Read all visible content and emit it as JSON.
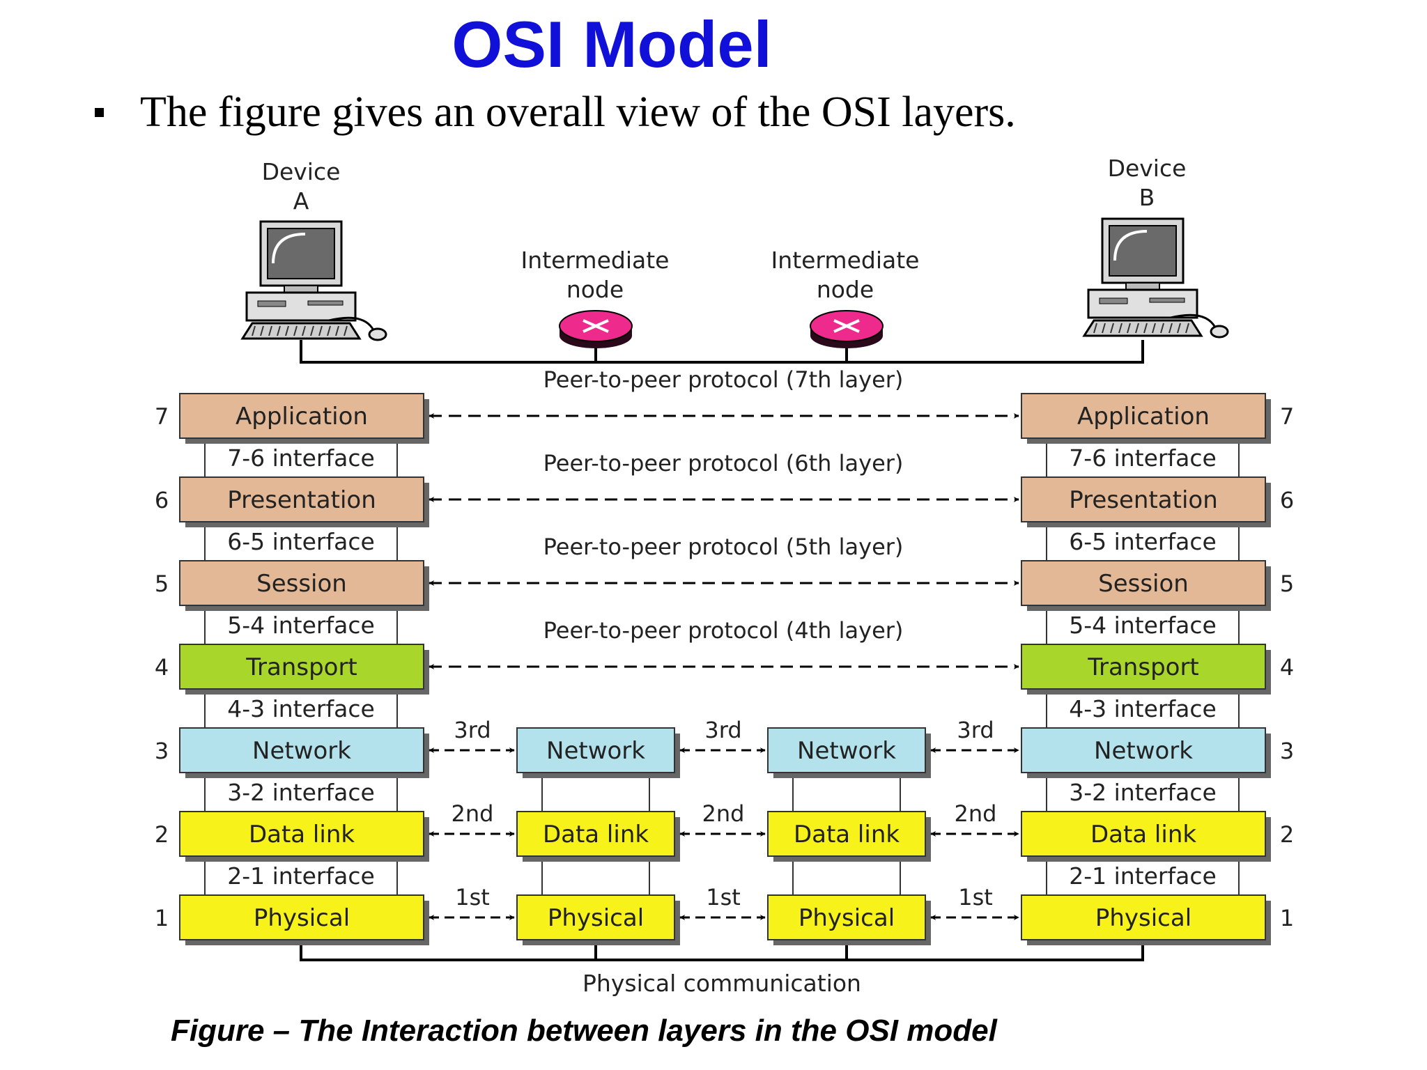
{
  "slide": {
    "title": "OSI Model",
    "bullet": "The figure gives an overall view of the OSI layers.",
    "caption": "Figure – The Interaction between layers in the OSI  model"
  },
  "diagram": {
    "devices": [
      {
        "line1": "Device",
        "line2": "A"
      },
      {
        "line1": "Device",
        "line2": "B"
      }
    ],
    "intermediate_nodes": [
      {
        "line1": "Intermediate",
        "line2": "node"
      },
      {
        "line1": "Intermediate",
        "line2": "node"
      }
    ],
    "layers": [
      {
        "number": "7",
        "name": "Application",
        "color": "#e2b896",
        "peer_label": "Peer-to-peer protocol (7th layer)"
      },
      {
        "number": "6",
        "name": "Presentation",
        "color": "#e2b896",
        "peer_label": "Peer-to-peer protocol (6th layer)"
      },
      {
        "number": "5",
        "name": "Session",
        "color": "#e2b896",
        "peer_label": "Peer-to-peer protocol (5th layer)"
      },
      {
        "number": "4",
        "name": "Transport",
        "color": "#a8d62a",
        "peer_label": "Peer-to-peer protocol (4th layer)"
      },
      {
        "number": "3",
        "name": "Network",
        "color": "#b4e2ec",
        "hop_label": "3rd"
      },
      {
        "number": "2",
        "name": "Data link",
        "color": "#f7f21a",
        "hop_label": "2nd"
      },
      {
        "number": "1",
        "name": "Physical",
        "color": "#f7f21a",
        "hop_label": "1st"
      }
    ],
    "interfaces": [
      "7-6 interface",
      "6-5 interface",
      "5-4 interface",
      "4-3 interface",
      "3-2 interface",
      "2-1 interface"
    ],
    "physical_communication": "Physical communication"
  }
}
